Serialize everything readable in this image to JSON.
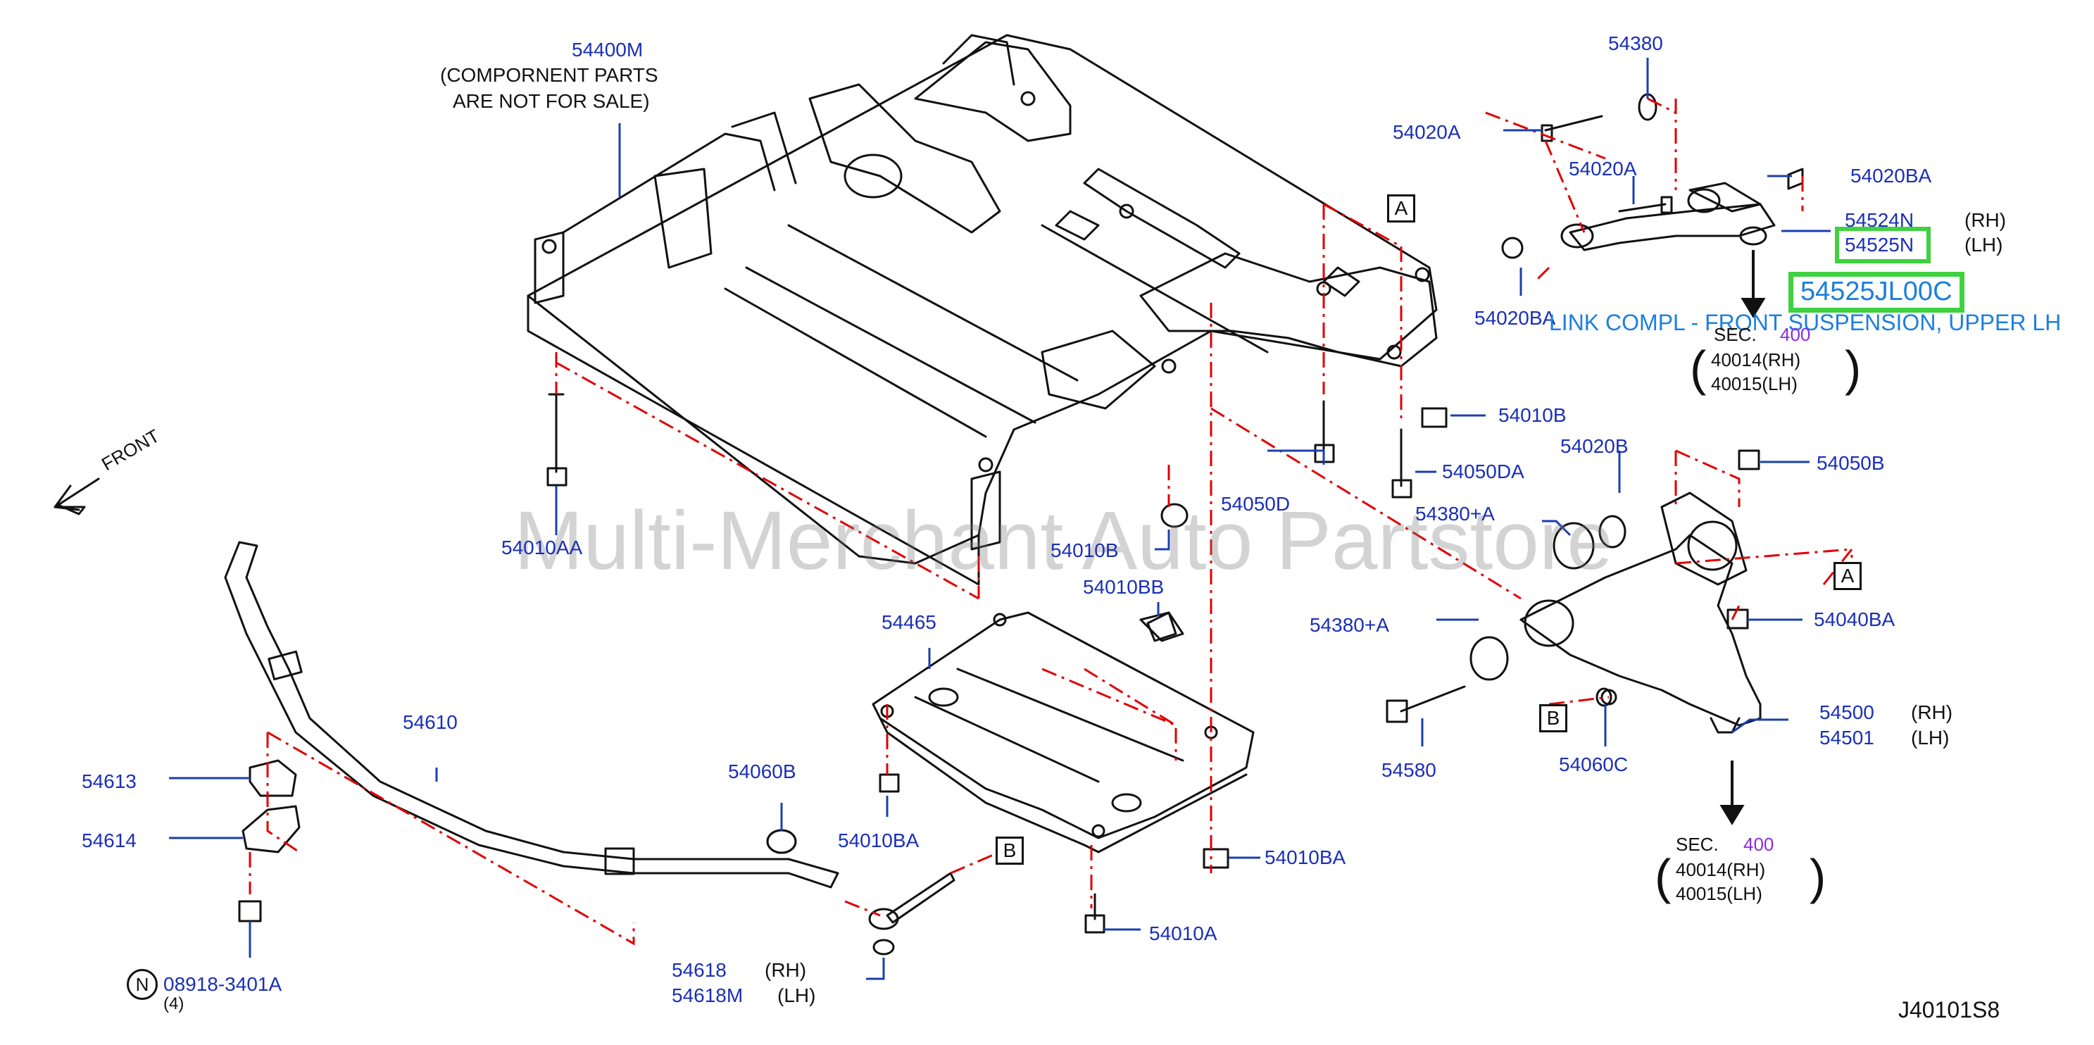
{
  "diagram": {
    "code": "J40101S8",
    "front_label": "FRONT",
    "watermark": "Multi-Merchant Auto Partstore",
    "component_note_line1": "(COMPORNENT   PARTS",
    "component_note_line2": "ARE   NOT   FOR   SALE)",
    "highlight": {
      "part": "54525JL00C",
      "description": "LINK COMPL - FRONT SUSPENSION, UPPER LH"
    },
    "callouts": {
      "p54400M": "54400M",
      "p54380": "54380",
      "p54020A_1": "54020A",
      "p54020A_2": "54020A",
      "p54020BA_1": "54020BA",
      "p54020BA_2": "54020BA",
      "p54524N": "54524N",
      "p54525N": "54525N",
      "rh1": "(RH)",
      "lh1": "(LH)",
      "p54010B_1": "54010B",
      "p54050DA": "54050DA",
      "p54050D": "54050D",
      "p54010AA": "54010AA",
      "p54010B_2": "54010B",
      "p54020B": "54020B",
      "p54050B": "54050B",
      "p54380A_1": "54380+A",
      "p54380A_2": "54380+A",
      "p54040BA": "54040BA",
      "p54010BB": "54010BB",
      "p54465": "54465",
      "p54610": "54610",
      "p54613": "54613",
      "p54614": "54614",
      "p54060B": "54060B",
      "p54010BA_1": "54010BA",
      "p54010BA_2": "54010BA",
      "p54010A": "54010A",
      "p54580": "54580",
      "p54060C": "54060C",
      "p54500": "54500",
      "p54501": "54501",
      "rh2": "(RH)",
      "lh2": "(LH)",
      "p54618": "54618",
      "p54618M": "54618M",
      "rh3": "(RH)",
      "lh3": "(LH)",
      "p08918": "08918-3401A",
      "qty4": "(4)",
      "n_mark": "N",
      "ref_A1": "A",
      "ref_A2": "A",
      "ref_B1": "B",
      "ref_B2": "B"
    },
    "sec_ref_top": {
      "sec": "SEC.",
      "num": "400",
      "line1": "40014(RH)",
      "line2": "40015(LH)"
    },
    "sec_ref_bottom": {
      "sec": "SEC.",
      "num": "400",
      "line1": "40014(RH)",
      "line2": "40015(LH)"
    },
    "colors": {
      "part_number": "#1a2fb8",
      "leader": "#1a3fb0",
      "dashed": "#e00000",
      "highlight": "#3fd13f",
      "description": "#1c7fe0",
      "section": "#8a2be2"
    }
  }
}
